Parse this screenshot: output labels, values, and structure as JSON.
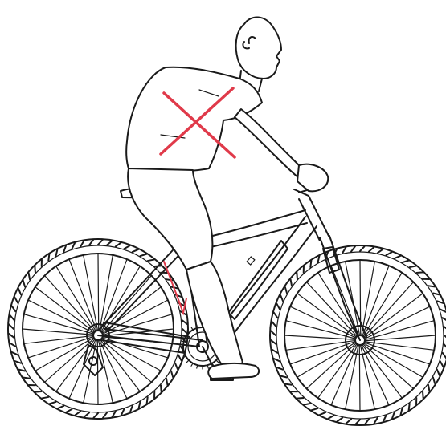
{
  "illustration": {
    "subject": "rider-seated-on-mountain-bike",
    "style": "black-line-art",
    "background_color": "#ffffff",
    "line_color": "#1a1a1a",
    "marks": [
      {
        "name": "back-posture-cross-mark",
        "color": "#e03a4a"
      },
      {
        "name": "saddle-height-arrow",
        "color": "#e03a4a"
      }
    ]
  }
}
